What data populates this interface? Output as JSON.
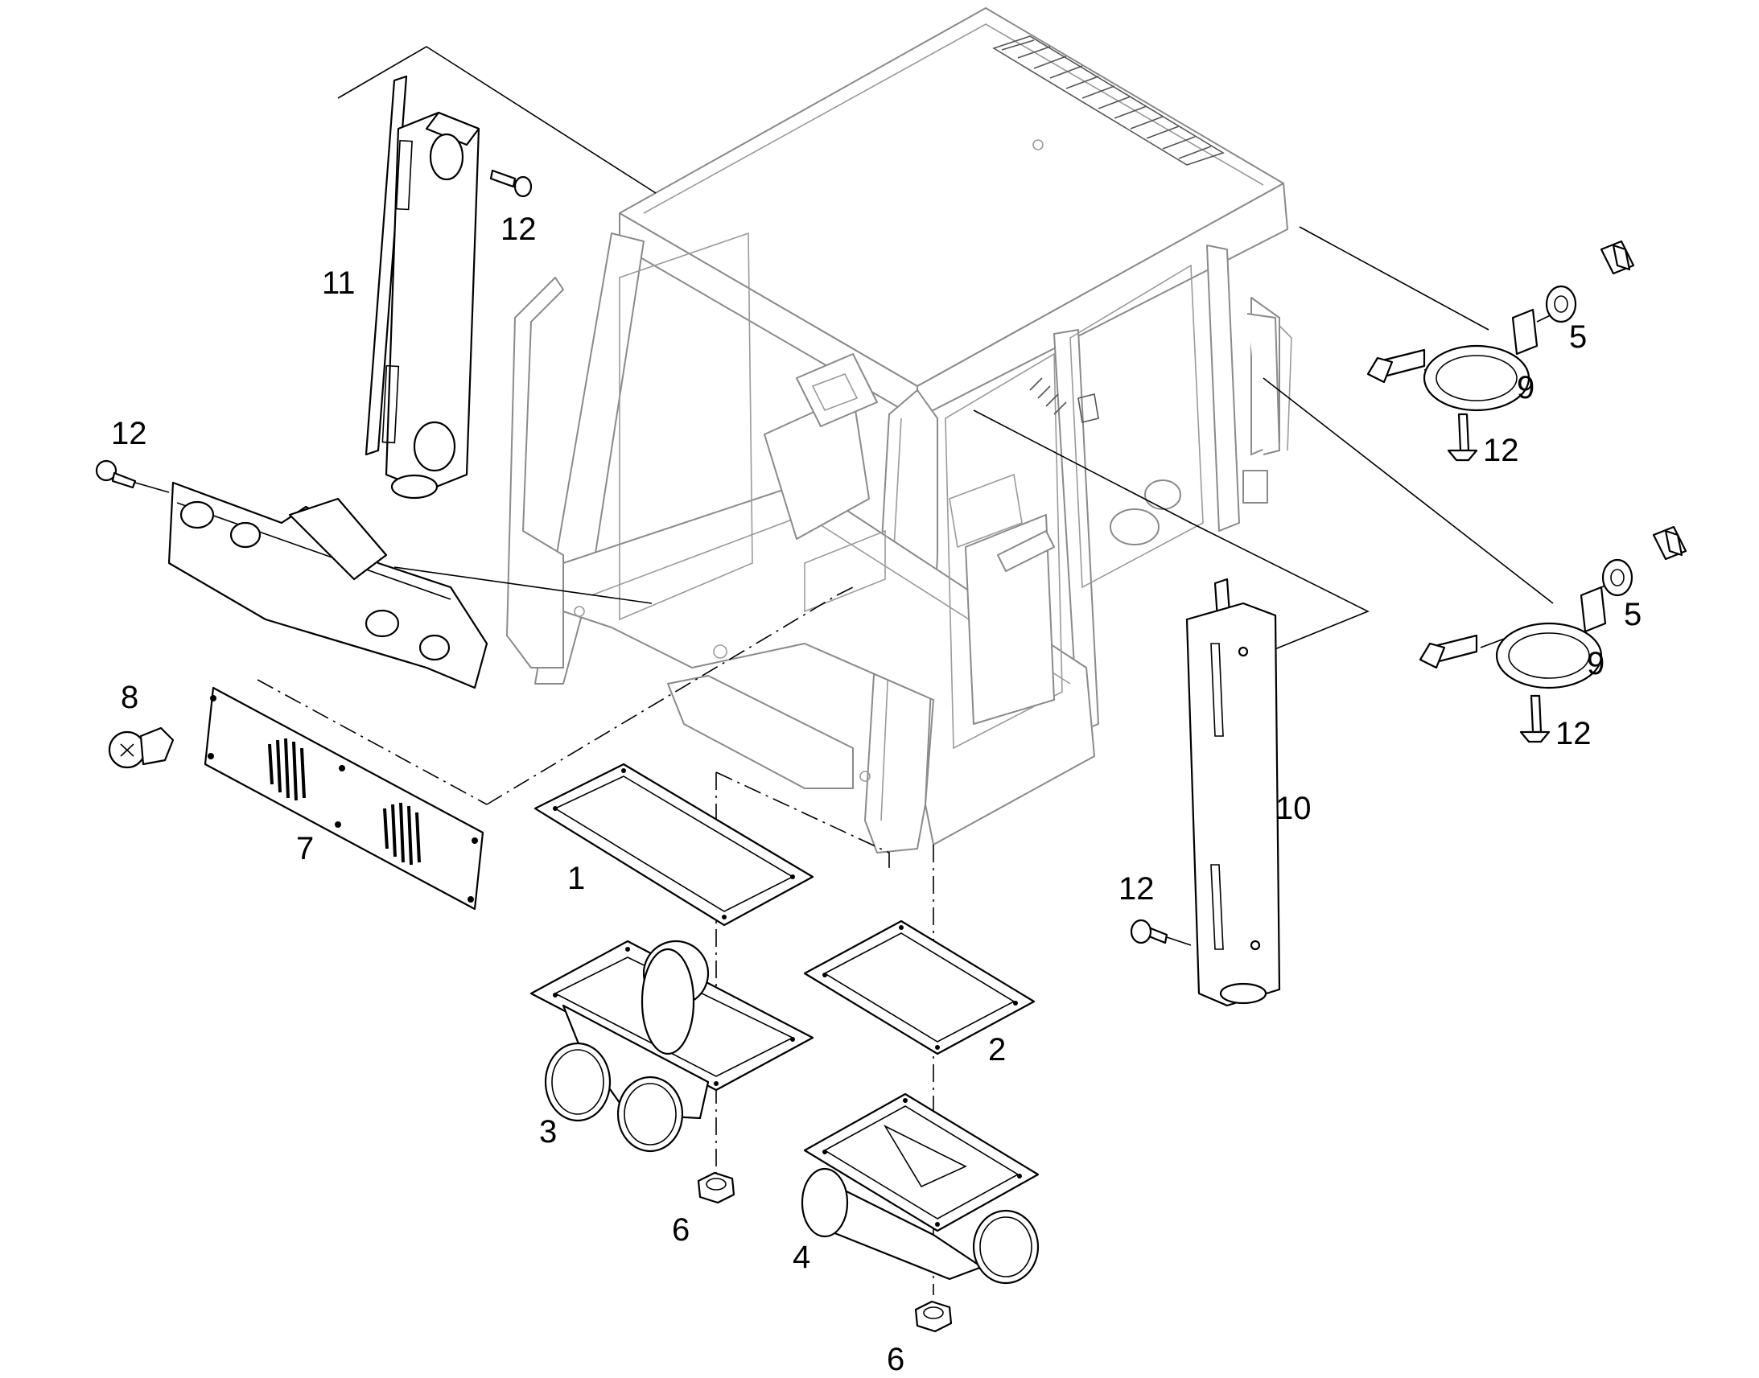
{
  "diagram": {
    "callouts": [
      {
        "id": "1",
        "text": "1"
      },
      {
        "id": "2",
        "text": "2"
      },
      {
        "id": "3",
        "text": "3"
      },
      {
        "id": "4",
        "text": "4"
      },
      {
        "id": "5a",
        "text": "5"
      },
      {
        "id": "5b",
        "text": "5"
      },
      {
        "id": "6a",
        "text": "6"
      },
      {
        "id": "6b",
        "text": "6"
      },
      {
        "id": "7",
        "text": "7"
      },
      {
        "id": "8",
        "text": "8"
      },
      {
        "id": "9a",
        "text": "9"
      },
      {
        "id": "9b",
        "text": "9"
      },
      {
        "id": "10",
        "text": "10"
      },
      {
        "id": "11",
        "text": "11"
      },
      {
        "id": "12a",
        "text": "12"
      },
      {
        "id": "12b",
        "text": "12"
      },
      {
        "id": "12c",
        "text": "12"
      },
      {
        "id": "12d",
        "text": "12"
      },
      {
        "id": "12e",
        "text": "12"
      }
    ]
  }
}
